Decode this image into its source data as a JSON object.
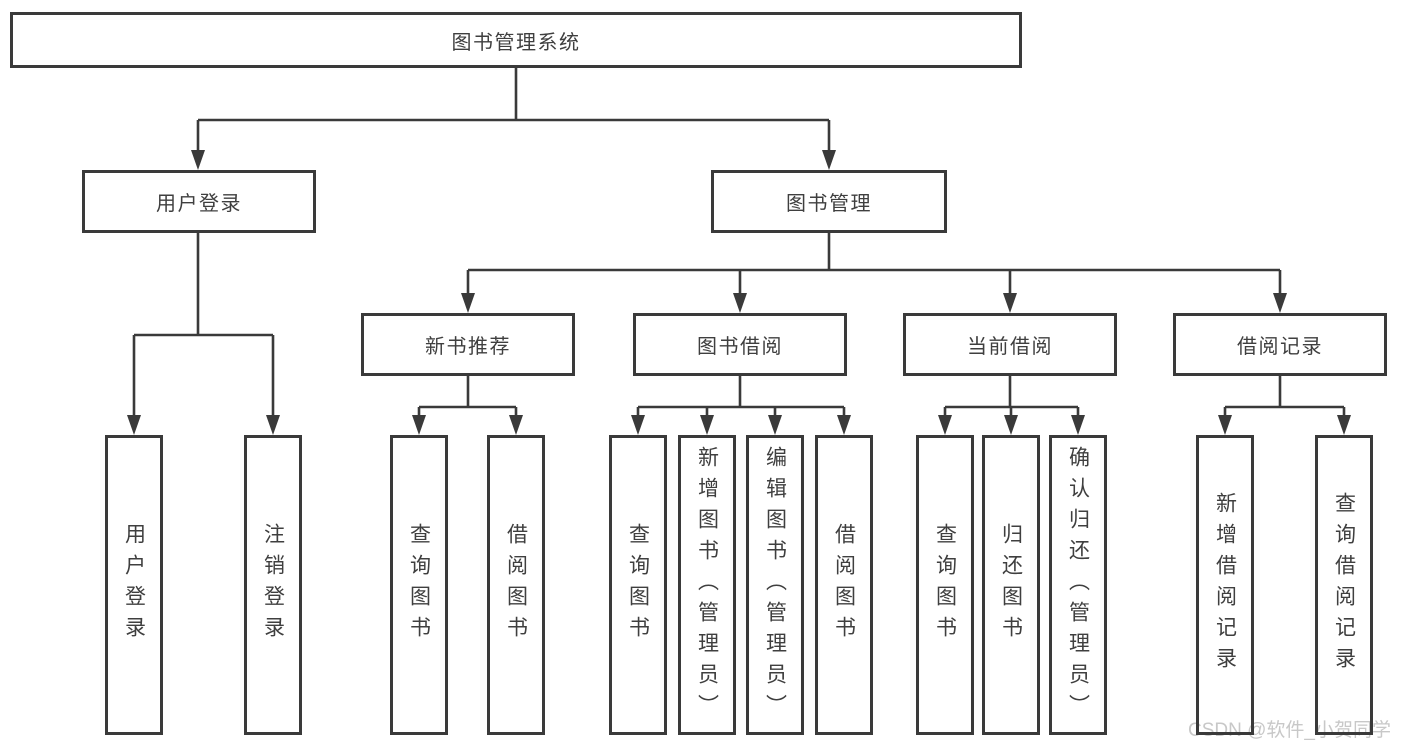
{
  "diagram": {
    "type": "hierarchy-diagram",
    "title": "图书管理系统",
    "watermark": "CSDN @软件_小贺同学",
    "colors": {
      "line": "#3a3a3a",
      "box_border": "#3a3a3a",
      "box_fill": "#ffffff",
      "text": "#3f3f3f",
      "watermark": "#c8c8c8"
    },
    "nodes": {
      "root": {
        "label": "图书管理系统"
      },
      "user_login": {
        "label": "用户登录"
      },
      "book_mgmt": {
        "label": "图书管理"
      },
      "new_book_rec": {
        "label": "新书推荐"
      },
      "book_borrow": {
        "label": "图书借阅"
      },
      "current_borrow": {
        "label": "当前借阅"
      },
      "borrow_records": {
        "label": "借阅记录"
      },
      "ul_user_login": {
        "label": "用户登录"
      },
      "ul_logout": {
        "label": "注销登录"
      },
      "nbr_query_book": {
        "label": "查询图书"
      },
      "nbr_borrow_book": {
        "label": "借阅图书"
      },
      "bb_query_book": {
        "label": "查询图书"
      },
      "bb_add_book": {
        "label": "新增图书（管理员）"
      },
      "bb_edit_book": {
        "label": "编辑图书（管理员）"
      },
      "bb_borrow_book": {
        "label": "借阅图书"
      },
      "cb_query_book": {
        "label": "查询图书"
      },
      "cb_return_book": {
        "label": "归还图书"
      },
      "cb_confirm_return": {
        "label": "确认归还（管理员）"
      },
      "br_add_record": {
        "label": "新增借阅记录"
      },
      "br_query_record": {
        "label": "查询借阅记录"
      }
    },
    "hierarchy": {
      "root": [
        "user_login",
        "book_mgmt"
      ],
      "user_login": [
        "ul_user_login",
        "ul_logout"
      ],
      "book_mgmt": [
        "new_book_rec",
        "book_borrow",
        "current_borrow",
        "borrow_records"
      ],
      "new_book_rec": [
        "nbr_query_book",
        "nbr_borrow_book"
      ],
      "book_borrow": [
        "bb_query_book",
        "bb_add_book",
        "bb_edit_book",
        "bb_borrow_book"
      ],
      "current_borrow": [
        "cb_query_book",
        "cb_return_book",
        "cb_confirm_return"
      ],
      "borrow_records": [
        "br_add_record",
        "br_query_record"
      ]
    }
  }
}
